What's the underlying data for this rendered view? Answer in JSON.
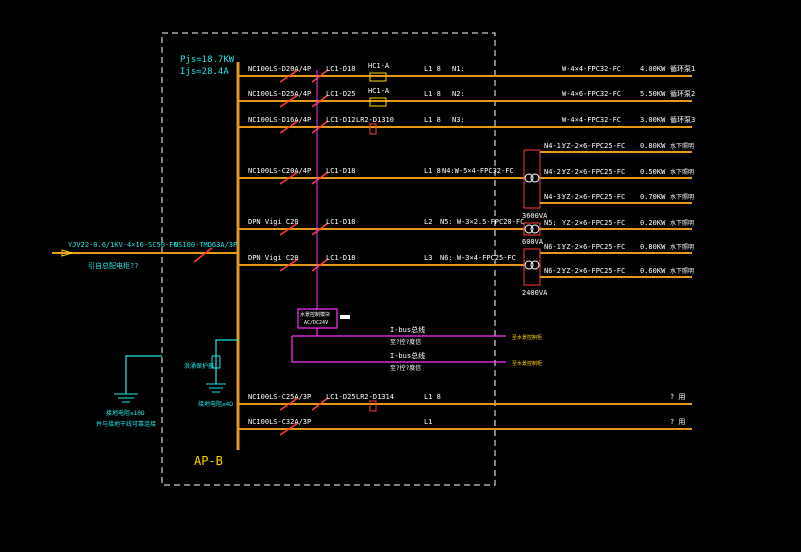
{
  "panel": {
    "name": "AP-B",
    "pjs": "Pjs=18.7KW",
    "ijs": "Ijs=28.4A"
  },
  "incoming": {
    "cable": "YJV22-0.6/1KV-4×16-SC50-FC",
    "switch": "NS100-TMD63A/3P",
    "note": "引自总配电柜??"
  },
  "branches": [
    {
      "breaker": "NC100LS-D20A/4P",
      "contactor": "LC1-D18",
      "relay": "HC1-A",
      "phase": "L1 8",
      "circuit": "N1:",
      "cable": "W-4×4-FPC32-FC",
      "power": "4.00KW",
      "use": "循环泵1"
    },
    {
      "breaker": "NC100LS-D25A/4P",
      "contactor": "LC1-D25",
      "relay": "HC1-A",
      "phase": "L1 8",
      "circuit": "N2:",
      "cable": "W-4×6-FPC32-FC",
      "power": "5.50KW",
      "use": "循环泵2"
    },
    {
      "breaker": "NC100LS-D16A/4P",
      "contactor": "LC1-D12",
      "relay": "LR2-D1310",
      "phase": "L1 8",
      "circuit": "N3:",
      "cable": "W-4×4-FPC32-FC",
      "power": "3.00KW",
      "use": "循环泵3"
    },
    {
      "breaker": "NC100LS-C20A/4P",
      "contactor": "LC1-D18",
      "relay": "",
      "phase": "L1 8",
      "circuit": "N4:W-5×4-FPC32-FC",
      "cable": "",
      "power": "",
      "use": ""
    },
    {
      "breaker": "DPN Vigi C20",
      "contactor": "LC1-D18",
      "relay": "",
      "phase": "L2",
      "circuit": "N5: W-3×2.5-FPC20-FC",
      "cable": "",
      "power": "",
      "use": ""
    },
    {
      "breaker": "DPN Vigi C20",
      "contactor": "LC1-D18",
      "relay": "",
      "phase": "L3",
      "circuit": "N6: W-3×4-FPC25-FC",
      "cable": "",
      "power": "",
      "use": ""
    },
    {
      "breaker": "NC100LS-C25A/3P",
      "contactor": "LC1-D25",
      "relay": "LR2-D1314",
      "phase": "L1 8",
      "circuit": "",
      "cable": "",
      "power": "? 用",
      "use": ""
    },
    {
      "breaker": "NC100LS-C32A/3P",
      "contactor": "",
      "relay": "",
      "phase": "L1",
      "circuit": "",
      "cable": "",
      "power": "? 用",
      "use": ""
    }
  ],
  "sub_circuits": [
    {
      "label": "N4-1:",
      "cable": "YZ-2×6-FPC25-FC",
      "power": "0.80KW",
      "use": "水下照明"
    },
    {
      "label": "N4-2:",
      "cable": "YZ-2×6-FPC25-FC",
      "power": "0.50KW",
      "use": "水下照明"
    },
    {
      "label": "N4-3:",
      "cable": "YZ-2×6-FPC25-FC",
      "power": "0.70KW",
      "use": "水下照明"
    },
    {
      "label": "N5:",
      "cable": "YZ-2×6-FPC25-FC",
      "power": "0.20KW",
      "use": "水下照明"
    },
    {
      "label": "N6-1:",
      "cable": "YZ-2×6-FPC25-FC",
      "power": "0.80KW",
      "use": "水下照明"
    },
    {
      "label": "N6-2:",
      "cable": "YZ-2×6-FPC25-FC",
      "power": "0.60KW",
      "use": "水下照明"
    }
  ],
  "transformers": [
    {
      "rating": "3600VA"
    },
    {
      "rating": "600VA"
    },
    {
      "rating": "2400VA"
    }
  ],
  "control": {
    "module": "水景控制模块",
    "module_sub": "AC/DC24V",
    "bus1": "I-bus总线",
    "bus1_sub": "至?控?度信",
    "bus2": "I-bus总线",
    "bus2_sub": "至?控?度信",
    "dest1": "至水景控制柜",
    "dest2": "至水景控制柜"
  },
  "grounding": {
    "spd_label": "浪涌保护器",
    "r1": "接地电阻≤4Ω",
    "r2_line1": "接地电阻≤10Ω",
    "r2_line2": "并与接地干线可靠连接"
  }
}
